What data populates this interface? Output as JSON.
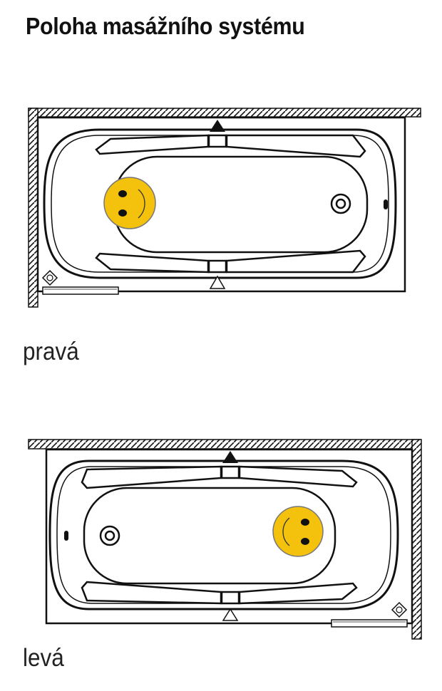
{
  "title": "Poloha masážního systému",
  "diagrams": [
    {
      "id": "right",
      "label": "pravá",
      "wall_side": "left",
      "massage_head_side": "left"
    },
    {
      "id": "left",
      "label": "levá",
      "wall_side": "right",
      "massage_head_side": "right"
    }
  ],
  "colors": {
    "line": "#111111",
    "smiley_fill": "#f4c20d",
    "background": "#ffffff"
  },
  "icons": [
    "smiley-icon",
    "drain-icon",
    "corner-valve-icon",
    "arrow-up-icon",
    "arrow-down-outline-icon"
  ]
}
